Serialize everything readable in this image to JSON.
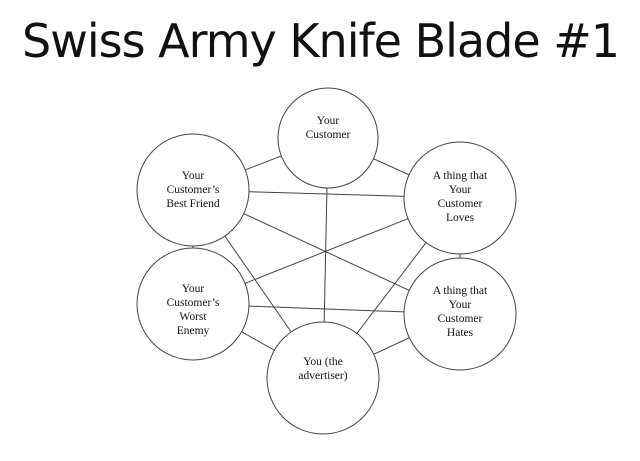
{
  "slide": {
    "title": "Swiss Army Knife Blade #1"
  },
  "diagram": {
    "nodes": [
      {
        "id": "customer",
        "label": [
          "Your",
          "Customer"
        ]
      },
      {
        "id": "best-friend",
        "label": [
          "Your",
          "Customer’s",
          "Best Friend"
        ]
      },
      {
        "id": "loves",
        "label": [
          "A thing that",
          "Your",
          "Customer",
          "Loves"
        ]
      },
      {
        "id": "worst-enemy",
        "label": [
          "Your",
          "Customer’s",
          "Worst",
          "Enemy"
        ]
      },
      {
        "id": "hates",
        "label": [
          "A thing that",
          "Your",
          "Customer",
          "Hates"
        ]
      },
      {
        "id": "advertiser",
        "label": [
          "You (the",
          "advertiser)"
        ]
      }
    ],
    "edges": [
      [
        "customer",
        "best-friend"
      ],
      [
        "customer",
        "loves"
      ],
      [
        "customer",
        "advertiser"
      ],
      [
        "best-friend",
        "loves"
      ],
      [
        "best-friend",
        "worst-enemy"
      ],
      [
        "best-friend",
        "hates"
      ],
      [
        "best-friend",
        "advertiser"
      ],
      [
        "loves",
        "worst-enemy"
      ],
      [
        "loves",
        "hates"
      ],
      [
        "loves",
        "advertiser"
      ],
      [
        "worst-enemy",
        "hates"
      ],
      [
        "worst-enemy",
        "advertiser"
      ],
      [
        "hates",
        "advertiser"
      ]
    ]
  }
}
